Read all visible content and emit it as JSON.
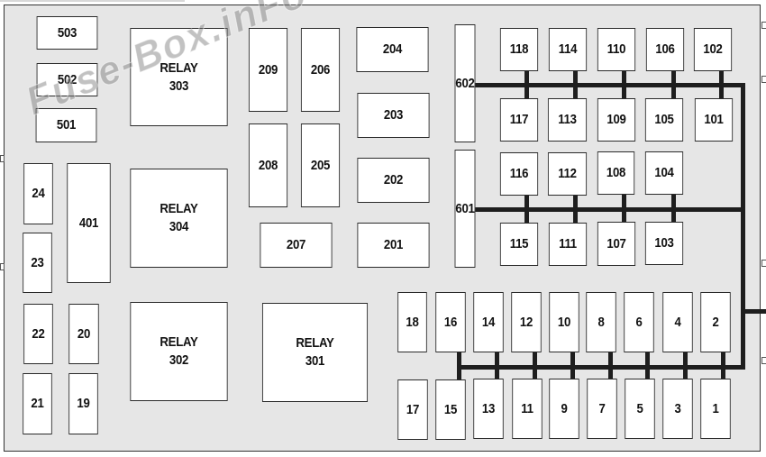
{
  "diagram": {
    "title": "",
    "watermark": "Fuse-Box.inFo",
    "colors": {
      "board": "#e6e6e6",
      "cell": "#ffffff",
      "bus": "#1e1e1e",
      "border": "#2a2a2a"
    },
    "relays": [
      {
        "id": "303",
        "line1": "RELAY",
        "line2": "303"
      },
      {
        "id": "304",
        "line1": "RELAY",
        "line2": "304"
      },
      {
        "id": "302",
        "line1": "RELAY",
        "line2": "302"
      },
      {
        "id": "301",
        "line1": "RELAY",
        "line2": "301"
      }
    ],
    "fuses_500": [
      "503",
      "502",
      "501"
    ],
    "fuses_400": [
      "401"
    ],
    "fuses_200": [
      "209",
      "206",
      "208",
      "205",
      "204",
      "203",
      "202",
      "201",
      "207"
    ],
    "fuses_600": [
      "602",
      "601"
    ],
    "fuses_100_row1": [
      "118",
      "114",
      "110",
      "106",
      "102"
    ],
    "fuses_100_row2": [
      "117",
      "113",
      "109",
      "105",
      "101"
    ],
    "fuses_100_row3": [
      "116",
      "112",
      "108",
      "104"
    ],
    "fuses_100_row4": [
      "115",
      "111",
      "107",
      "103"
    ],
    "fuses_small_left": [
      "24",
      "23",
      "22",
      "21",
      "20",
      "19"
    ],
    "fuses_low_row1": [
      "18",
      "16",
      "14",
      "12",
      "10",
      "8",
      "6",
      "4",
      "2"
    ],
    "fuses_low_row2": [
      "17",
      "15",
      "13",
      "11",
      "9",
      "7",
      "5",
      "3",
      "1"
    ]
  }
}
